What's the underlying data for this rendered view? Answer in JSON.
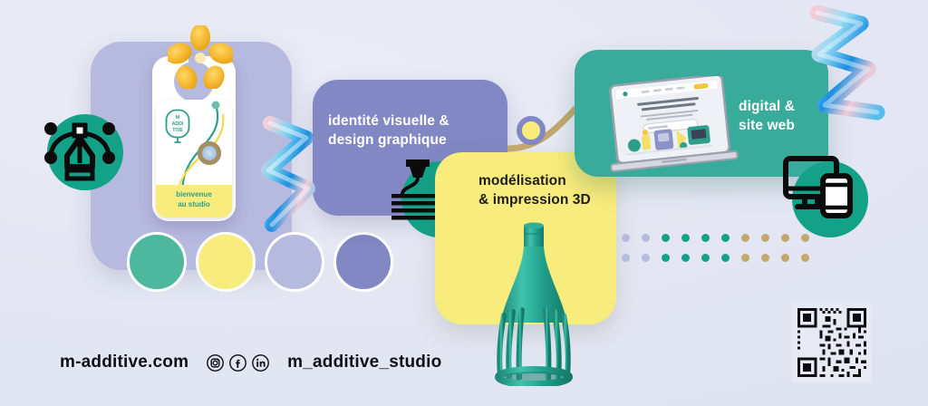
{
  "brand": {
    "name": "m-additive",
    "palette": {
      "background": "#e7e9f4",
      "teal": "#13a288",
      "teal_light": "#39ab9b",
      "teal_swatch": "#4db89e",
      "yellow": "#f8ec7c",
      "periwinkle_light": "#b7badf",
      "periwinkle_dark": "#8288c4",
      "gold": "#c3a86e",
      "ink": "#101018"
    }
  },
  "panels": [
    {
      "id": "identity",
      "label": "identité visuelle &\ndesign graphique",
      "color": "#8288c4",
      "text_color": "#ffffff"
    },
    {
      "id": "modelisation",
      "label": "modélisation\n& impression 3D",
      "color": "#f8ec7c",
      "text_color": "#1d1d1d"
    },
    {
      "id": "digital",
      "label": "digital &\nsite web",
      "color": "#39ab9b",
      "text_color": "#ffffff"
    }
  ],
  "door_hanger": {
    "logo_lines": "M\nADDI\nTIVE",
    "footer_text": "bienvenue\nau studio"
  },
  "swatches": [
    {
      "name": "teal",
      "hex": "#4db89e"
    },
    {
      "name": "yellow",
      "hex": "#f8ec7c"
    },
    {
      "name": "periwinkle-light",
      "hex": "#b7badf"
    },
    {
      "name": "periwinkle-dark",
      "hex": "#8288c4"
    }
  ],
  "icons": {
    "pen_tool": "pen-tool-icon",
    "printer_3d": "3d-printer-icon",
    "devices": "responsive-devices-icon"
  },
  "dots": {
    "rows": 2,
    "columns": 10,
    "colors": [
      "#b7badf",
      "#b7badf",
      "#13a288",
      "#13a288",
      "#13a288",
      "#13a288",
      "#c3a86e",
      "#c3a86e",
      "#c3a86e",
      "#c3a86e"
    ]
  },
  "footer": {
    "website": "m-additive.com",
    "handle": "m_additive_studio",
    "socials": [
      {
        "name": "instagram-icon",
        "label": "Instagram"
      },
      {
        "name": "facebook-icon",
        "label": "Facebook"
      },
      {
        "name": "linkedin-icon",
        "label": "LinkedIn"
      }
    ]
  },
  "qr_code": {
    "name": "qr-code",
    "alt": "QR code"
  }
}
